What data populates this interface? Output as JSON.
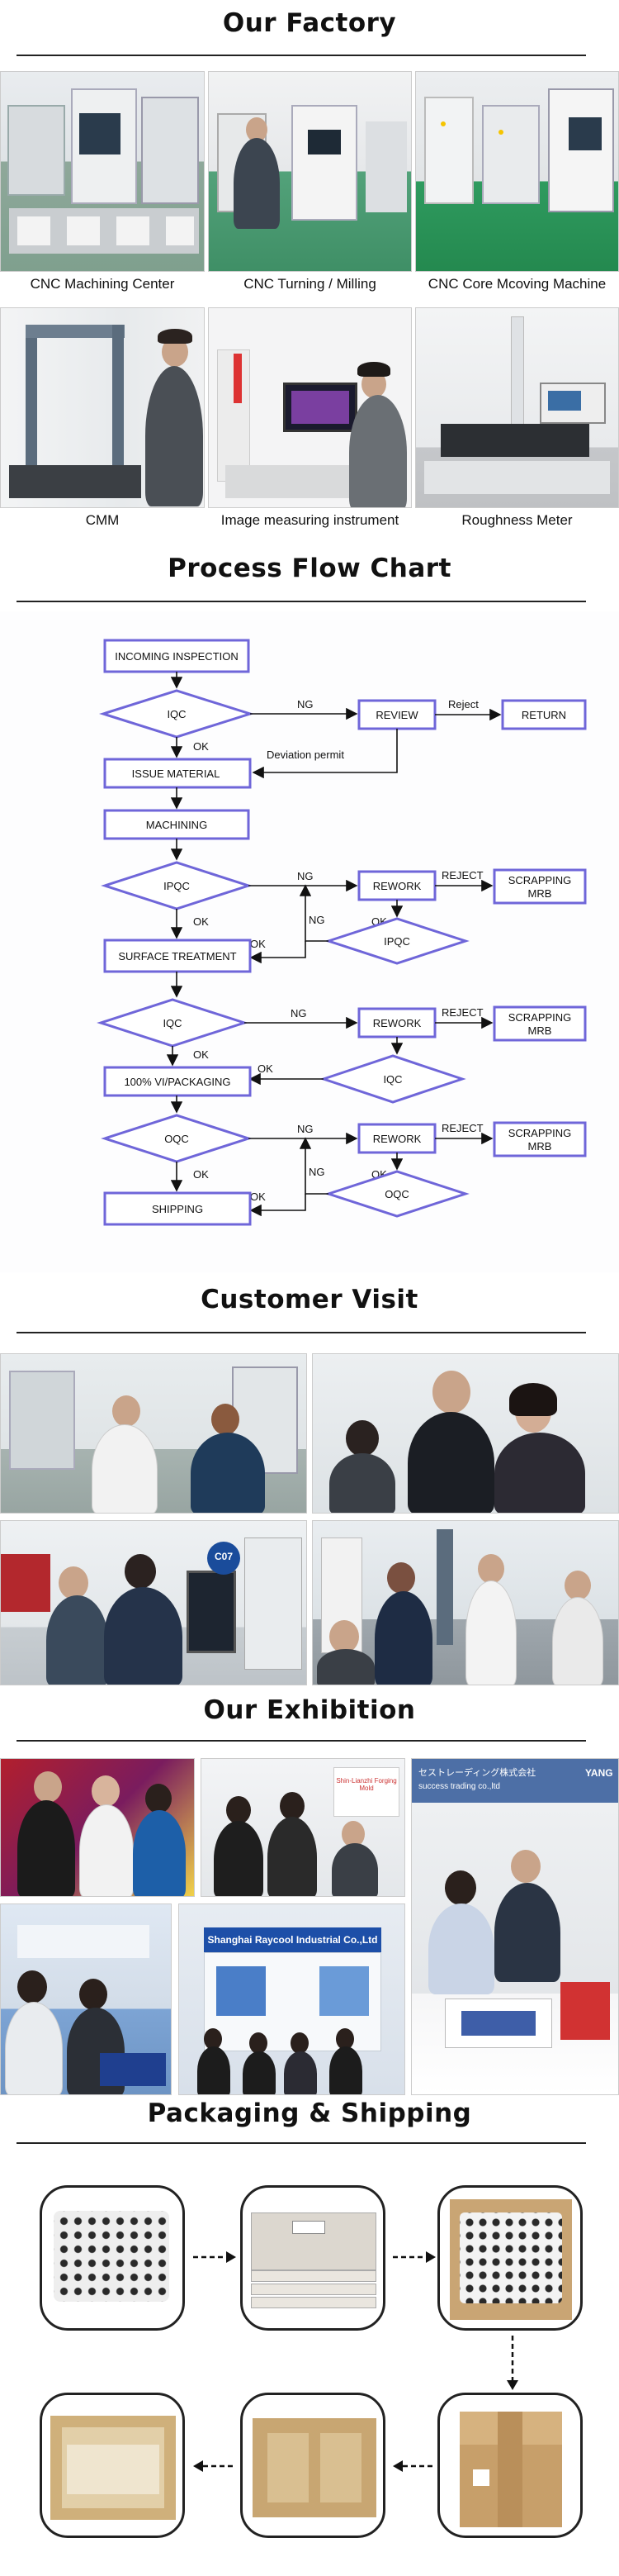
{
  "sections": {
    "factory_title": "Our Factory",
    "flow_title": "Process Flow Chart",
    "visit_title": "Customer Visit",
    "exhibition_title": "Our Exhibition",
    "packaging_title": "Packaging & Shipping"
  },
  "factory": {
    "captions": [
      "CNC Machining Center",
      "CNC Turning / Milling",
      "CNC Core Mcoving Machine",
      "CMM",
      "Image measuring instrument",
      "Roughness Meter"
    ]
  },
  "flowchart": {
    "incoming_inspection": "INCOMING INSPECTION",
    "iqc": "IQC",
    "review": "REVIEW",
    "return": "RETURN",
    "issue_material": "ISSUE MATERIAL",
    "machining": "MACHINING",
    "ipqc": "IPQC",
    "rework": "REWORK",
    "scrapping": "SCRAPPING",
    "mrb": "MRB",
    "surface_treatment": "SURFACE TREATMENT",
    "vi_packaging": "100% VI/PACKAGING",
    "oqc": "OQC",
    "shipping": "SHIPPING",
    "ng": "NG",
    "ok": "OK",
    "reject_lower": "Reject",
    "reject_upper": "REJECT",
    "deviation_permit": "Deviation permit"
  },
  "exhibition": {
    "booth_sign": "Shanghai Raycool Industrial Co.,Ltd",
    "jp_sign": "セストレーディング株式会社",
    "jp_sign_sub": "success trading co.,ltd",
    "yang_sign": "YANG",
    "left_banner": "Shin-Lianzhi Forging Mold",
    "visit_badge": "C07"
  },
  "colors": {
    "flow_accent": "#6f66d9",
    "rule": "#222222"
  }
}
